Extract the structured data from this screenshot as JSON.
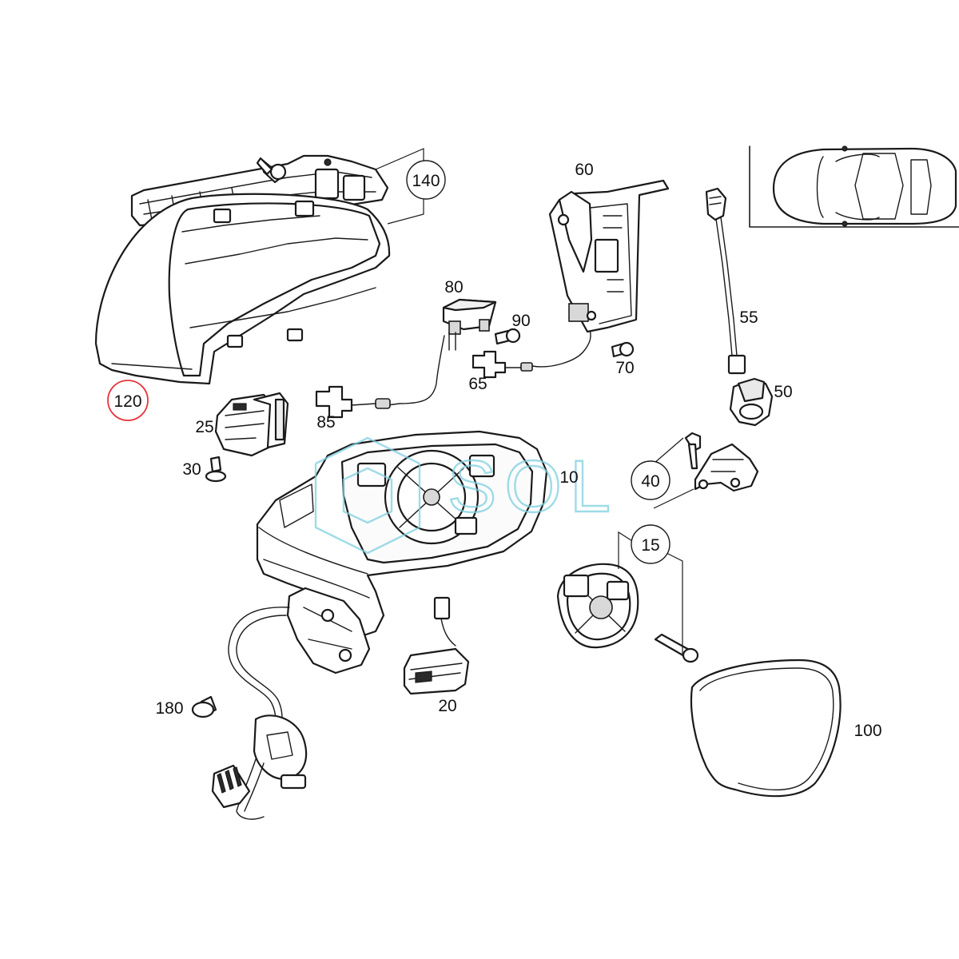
{
  "labels": {
    "p140": "140",
    "p120": "120",
    "p80": "80",
    "p90": "90",
    "p60": "60",
    "p70": "70",
    "p65": "65",
    "p55": "55",
    "p50": "50",
    "p85": "85",
    "p25": "25",
    "p30": "30",
    "p10": "10",
    "p40": "40",
    "p15": "15",
    "p180": "180",
    "p20": "20",
    "p100": "100"
  },
  "watermark": {
    "text": "SOL",
    "color": "#7fcfe0"
  },
  "highlight_color": "#e8343c"
}
